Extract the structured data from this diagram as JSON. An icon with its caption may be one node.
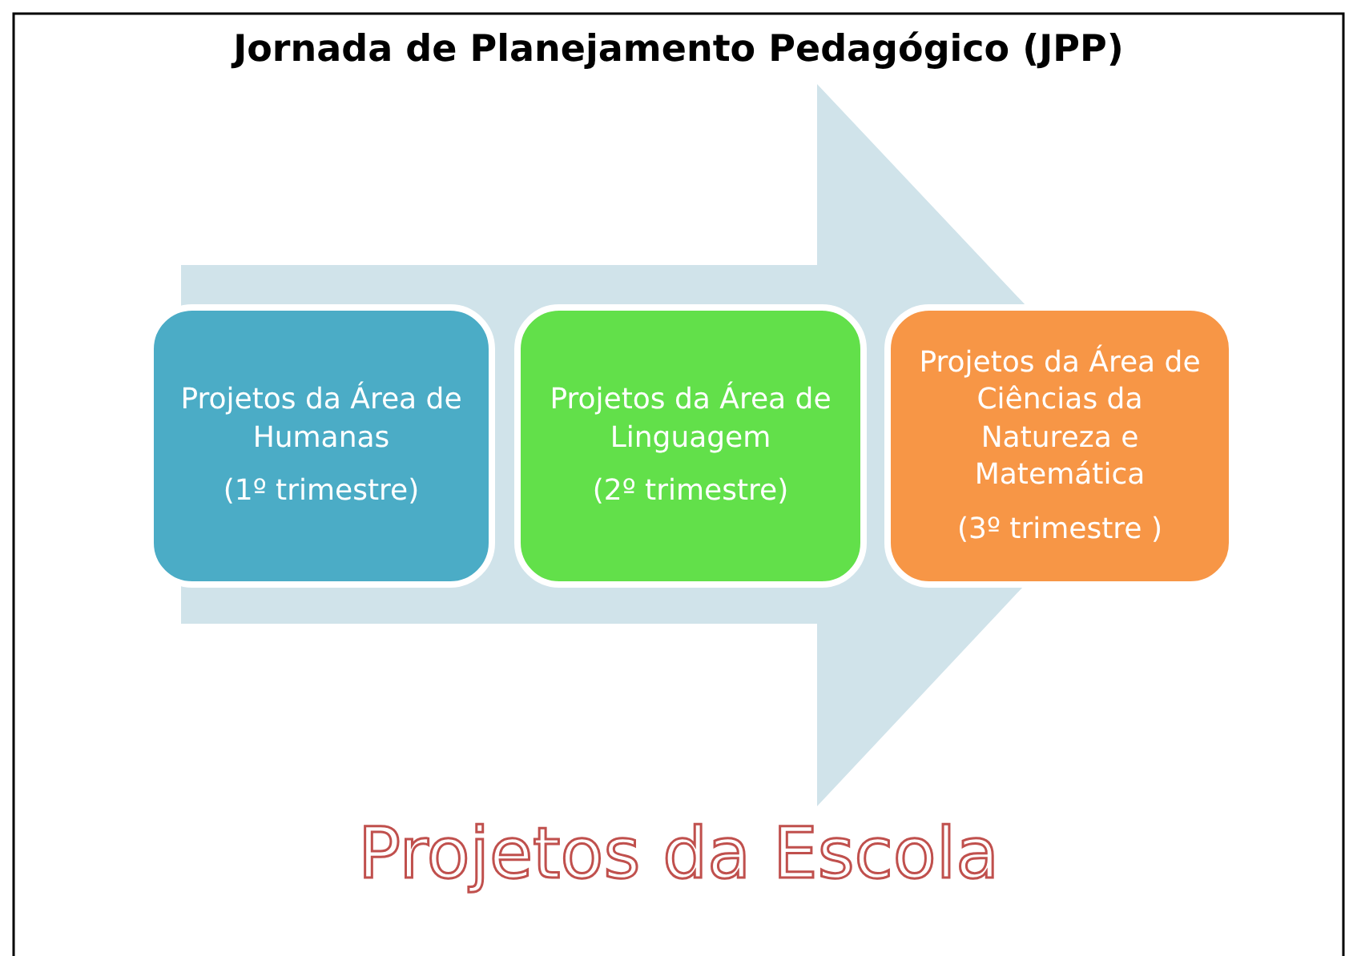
{
  "diagram": {
    "title": "Jornada de Planejamento Pedagógico (JPP)",
    "nodes": [
      {
        "text": [
          "Projetos da Área de Humanas",
          "(1º trimestre)"
        ]
      },
      {
        "text": [
          "Projetos da Área de Linguagem",
          "(2º trimestre)"
        ]
      },
      {
        "text": [
          "Projetos da Área de Ciências da Natureza e Matemática",
          "(3º trimestre )"
        ]
      }
    ],
    "edges": [
      {
        "from": 0,
        "to": 2,
        "arrow": "to"
      }
    ],
    "labels": [
      "Projetos da Escola"
    ]
  }
}
